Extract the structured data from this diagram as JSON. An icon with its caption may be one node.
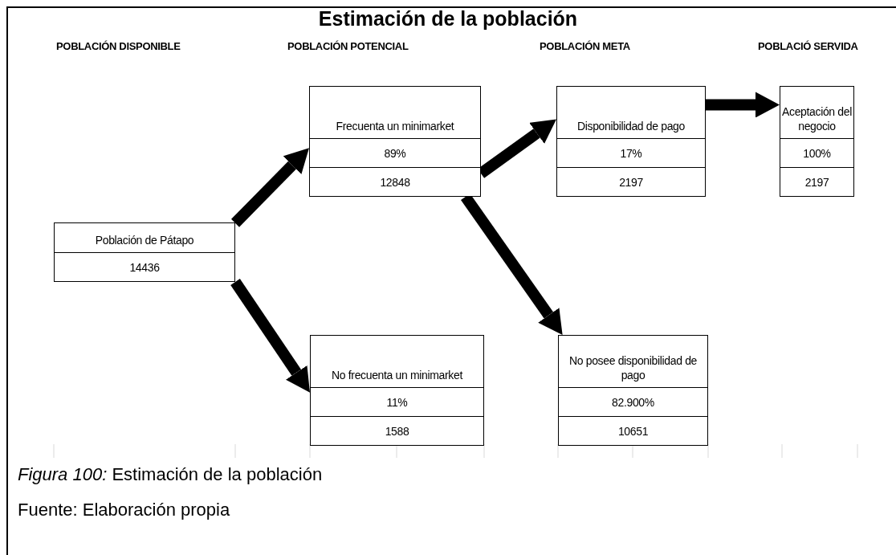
{
  "diagram": {
    "title": "Estimación de la población",
    "caption": "*Figura 100:* Estimación de la población",
    "nodes": [
      {
        "text": [
          "Frecuenta un minimarket",
          "89%",
          "12848"
        ]
      },
      {
        "text": [
          "Disponibilidad de pago",
          "17%",
          "2197"
        ]
      },
      {
        "text": [
          "Aceptación del negocio",
          "100%",
          "2197"
        ]
      },
      {
        "text": [
          "Población de Pátapo",
          "14436"
        ]
      },
      {
        "text": [
          "No frecuenta un minimarket",
          "11%",
          "1588"
        ]
      },
      {
        "text": [
          "No posee disponibilidad de pago",
          "82.900%",
          "10651"
        ]
      }
    ],
    "edges": [
      {
        "from": 3,
        "to": 0,
        "arrow": "to"
      },
      {
        "from": 3,
        "to": 4,
        "arrow": "to"
      },
      {
        "from": 0,
        "to": 1,
        "arrow": "to"
      },
      {
        "from": 0,
        "to": 5,
        "arrow": "to"
      },
      {
        "from": 1,
        "to": 2,
        "arrow": "to"
      }
    ],
    "labels": [
      "POBLACIÓN DISPONIBLE",
      "POBLACIÓN POTENCIAL",
      "POBLACIÓN META",
      "POBLACIÓ SERVIDA",
      "Fuente: Elaboración propia"
    ]
  }
}
